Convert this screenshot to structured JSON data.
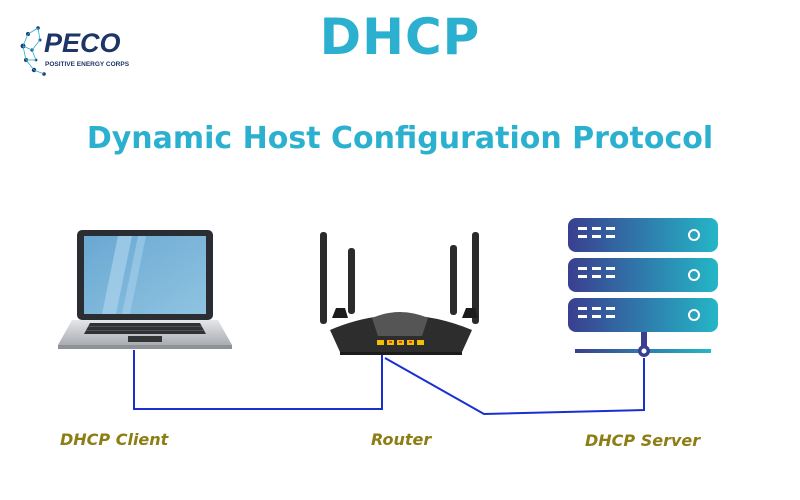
{
  "logo": {
    "word": "PECO",
    "tagline": "POSITIVE ENERGY CORPS"
  },
  "title": "DHCP",
  "subtitle": "Dynamic Host Configuration Protocol",
  "nodes": {
    "client": {
      "label": "DHCP Client"
    },
    "router": {
      "label": "Router"
    },
    "server": {
      "label": "DHCP Server"
    }
  },
  "colors": {
    "title": "#2bb0cf",
    "label": "#8c7d14",
    "link": "#1a2fd0",
    "logo_dark": "#1d3667",
    "server_from": "#24b6c7",
    "server_to": "#3a3f8f",
    "router_body": "#2d2d2d",
    "router_port": "#f2c000",
    "screen": "#7ab4d8",
    "laptop_body": "#c9cbce"
  }
}
